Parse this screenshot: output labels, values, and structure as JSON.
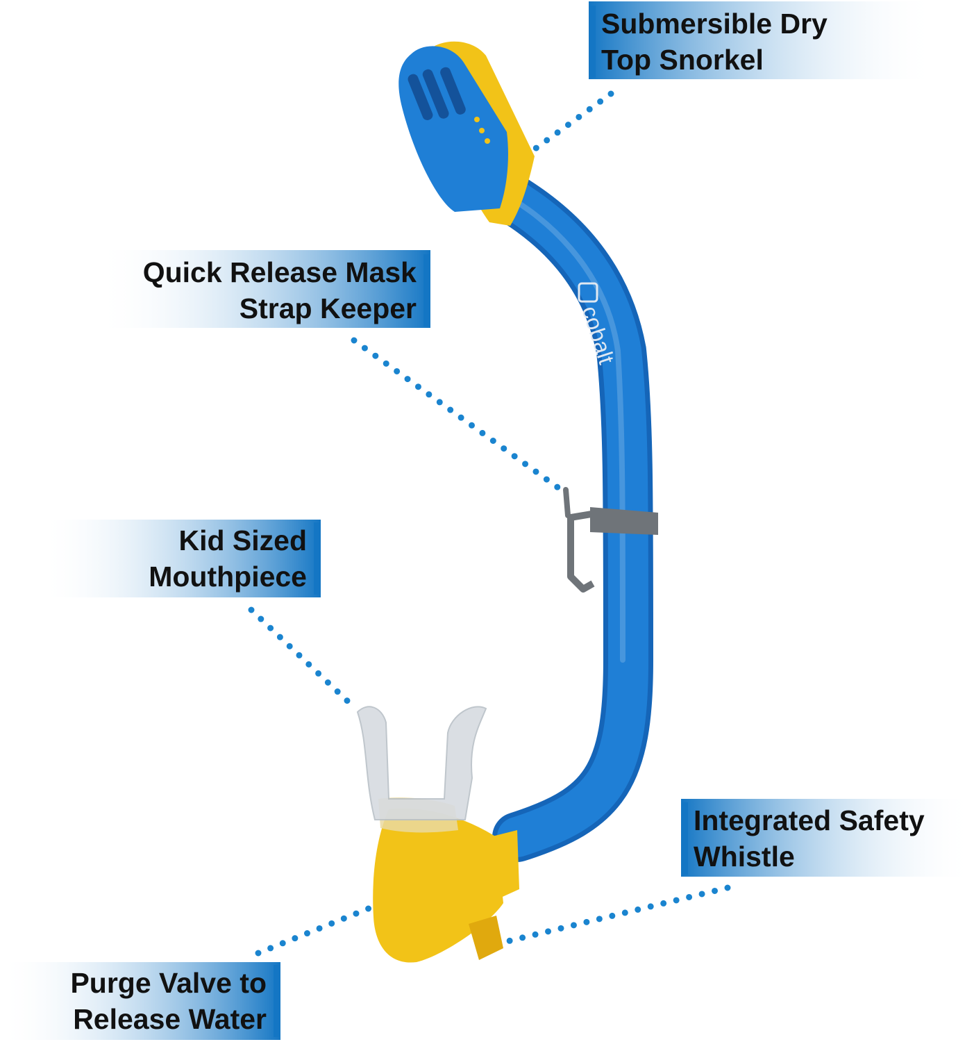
{
  "colors": {
    "tube_blue": "#1f7fd6",
    "tube_blue_dark": "#1565b8",
    "accent_yellow": "#f2c318",
    "callout_blue": "#1476c4",
    "dot_blue": "#1a84cf",
    "clip_gray": "#6f7479",
    "mouthpiece_clear": "#d7dbe0"
  },
  "callouts": {
    "dry_top": {
      "line1": "Submersible Dry",
      "line2": "Top Snorkel"
    },
    "mask_keeper": {
      "line1": "Quick Release Mask",
      "line2": "Strap Keeper"
    },
    "mouthpiece": {
      "line1": "Kid Sized",
      "line2": "Mouthpiece"
    },
    "whistle": {
      "line1": "Integrated Safety",
      "line2": "Whistle"
    },
    "purge_valve": {
      "line1": "Purge Valve to",
      "line2": "Release Water"
    }
  },
  "brand": {
    "name": "cobalt"
  }
}
